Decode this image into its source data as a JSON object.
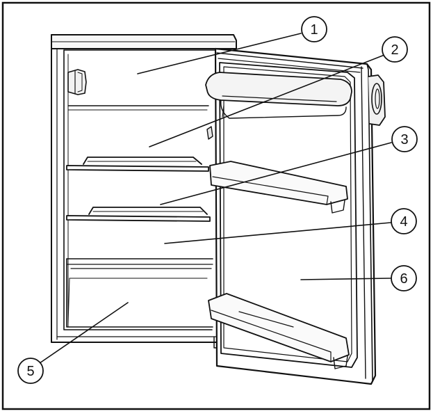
{
  "diagram": {
    "stroke_color": "#111111",
    "background_color": "#ffffff",
    "callouts": [
      {
        "id": "c1",
        "number": "1"
      },
      {
        "id": "c2",
        "number": "2"
      },
      {
        "id": "c3",
        "number": "3"
      },
      {
        "id": "c4",
        "number": "4"
      },
      {
        "id": "c5",
        "number": "5"
      },
      {
        "id": "c6",
        "number": "6"
      }
    ]
  }
}
